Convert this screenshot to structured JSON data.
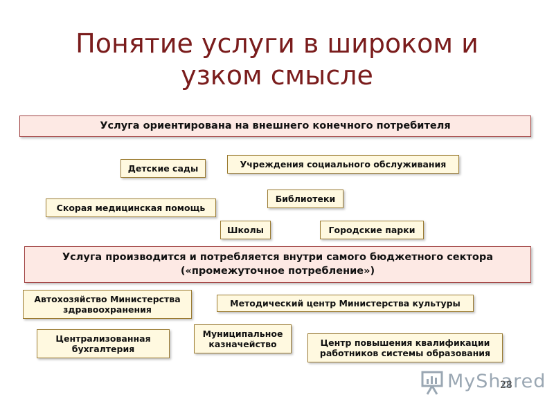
{
  "slide": {
    "title_line1": "Понятие услуги в широком и",
    "title_line2": "узком смысле",
    "page_number": "28"
  },
  "section1": {
    "header": "Услуга ориентирована на внешнего конечного потребителя",
    "items": {
      "kindergartens": "Детские сады",
      "social_services": "Учреждения социального обслуживания",
      "libraries": "Библиотеки",
      "ambulance": "Скорая медицинская помощь",
      "schools": "Школы",
      "city_parks": "Городские парки"
    }
  },
  "section2": {
    "header_line1": "Услуга производится и потребляется внутри самого бюджетного сектора",
    "header_line2": "(«промежуточное потребление»)",
    "items": {
      "health_ministry_line1": "Автохозяйство Министерства",
      "health_ministry_line2": "здравоохранения",
      "culture_center": "Методический центр Министерства культуры",
      "accounting_line1": "Централизованная",
      "accounting_line2": "бухгалтерия",
      "treasury_line1": "Муниципальное",
      "treasury_line2": "казначейство",
      "training_line1": "Центр повышения квалификации",
      "training_line2": "работников системы образования"
    }
  },
  "watermark": {
    "text": "MyShared",
    "icon": "presentation-board-icon",
    "color": "#9aa7b3"
  },
  "colors": {
    "title": "#7a1c1c",
    "header_fill": "#fde9e4",
    "box_fill": "#fff9e0"
  }
}
